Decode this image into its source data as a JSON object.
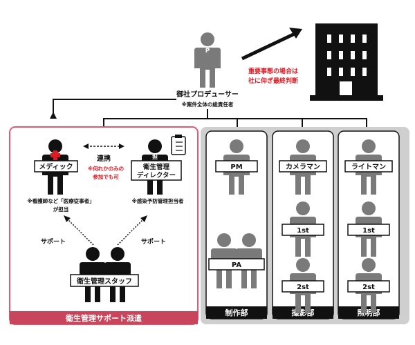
{
  "colors": {
    "accent_red": "#e01a24",
    "pink_bg": "#c8455c",
    "pink_border": "#e05a72",
    "gray_panel": "#cfcfcf",
    "figure_dark": "#111111",
    "figure_gray": "#7a7a7a"
  },
  "icons": {
    "producer": "person-icon",
    "building": "office-building-icon",
    "clipboard": "clipboard-checklist-icon"
  },
  "producer": {
    "badge": "P",
    "title": "御社プロデューサー",
    "note": "※案件全体の総責任者"
  },
  "escalation": {
    "line1": "重要事態の場合は",
    "line2": "社に仰ぎ最終判断"
  },
  "hygiene_team": {
    "medic": {
      "label": "メディック",
      "note1": "※看護師など「医療従事者」",
      "note2": "が担当"
    },
    "director": {
      "badge": "担",
      "label1": "衛生管理",
      "label2": "ディレクター",
      "note": "※感染予防管理担当者"
    },
    "link": {
      "label": "連携",
      "note1": "※何れかのみの",
      "note2": "参加でも可"
    },
    "support_left": "サポート",
    "support_right": "サポート",
    "staff_label": "衛生管理スタッフ",
    "footer": "衛生管理サポート派遣"
  },
  "departments": [
    {
      "footer": "制作部",
      "top_label": "PM",
      "lower_label": "PA"
    },
    {
      "footer": "撮影部",
      "top_label": "カメラマン",
      "level2": "1st",
      "level3": "2st"
    },
    {
      "footer": "照明部",
      "top_label": "ライトマン",
      "level2": "1st",
      "level3": "2st"
    }
  ]
}
